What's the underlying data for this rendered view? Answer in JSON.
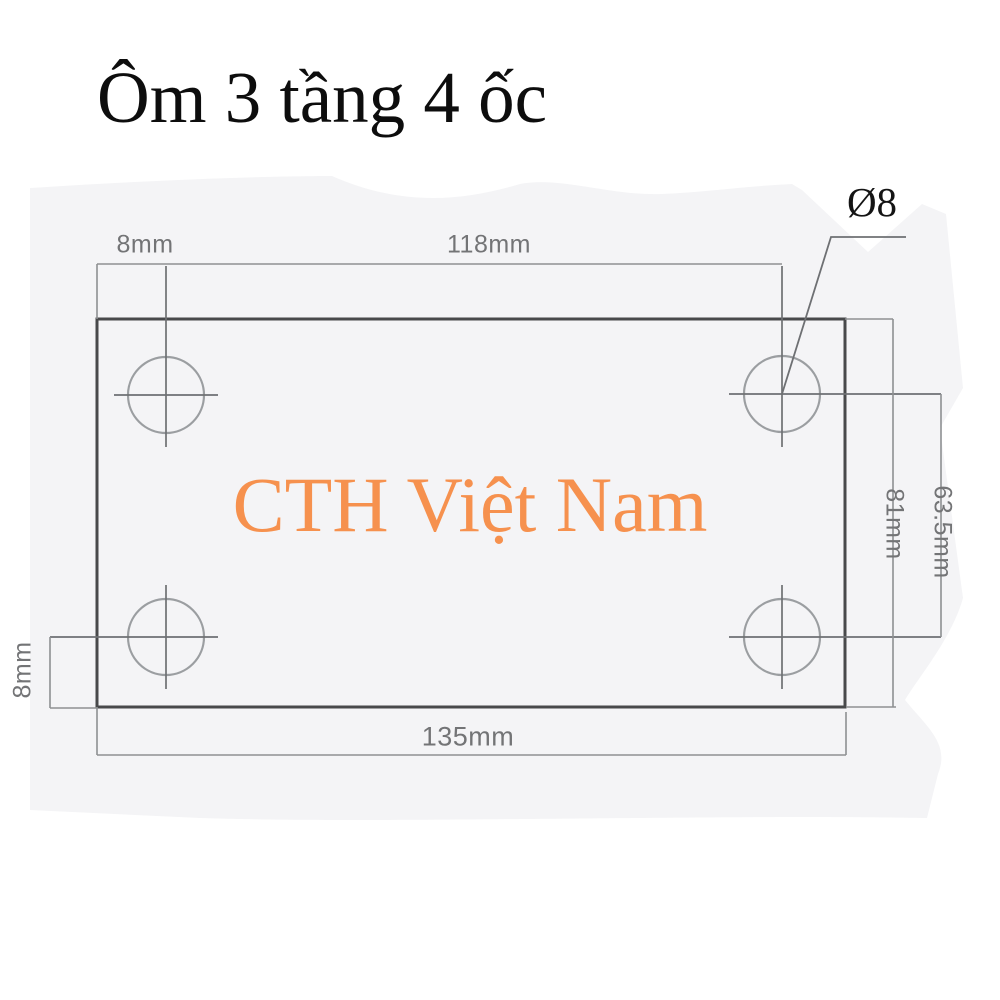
{
  "title": "Ôm 3 tầng 4 ốc",
  "watermark": "CTH Việt Nam",
  "drawing": {
    "labels": {
      "top_offset": "8mm",
      "top_span": "118mm",
      "hole_diameter": "Ø8",
      "plate_height": "81mm",
      "hole_spacing": "63.5mm",
      "bottom_offset": "8mm",
      "bottom_span": "135mm"
    },
    "colors": {
      "accent_orange": "#f6914e",
      "plate_line": "#48494b",
      "dim_line": "#8e9092",
      "dim_text": "#737476",
      "background_blob": "#f4f4f6"
    }
  }
}
